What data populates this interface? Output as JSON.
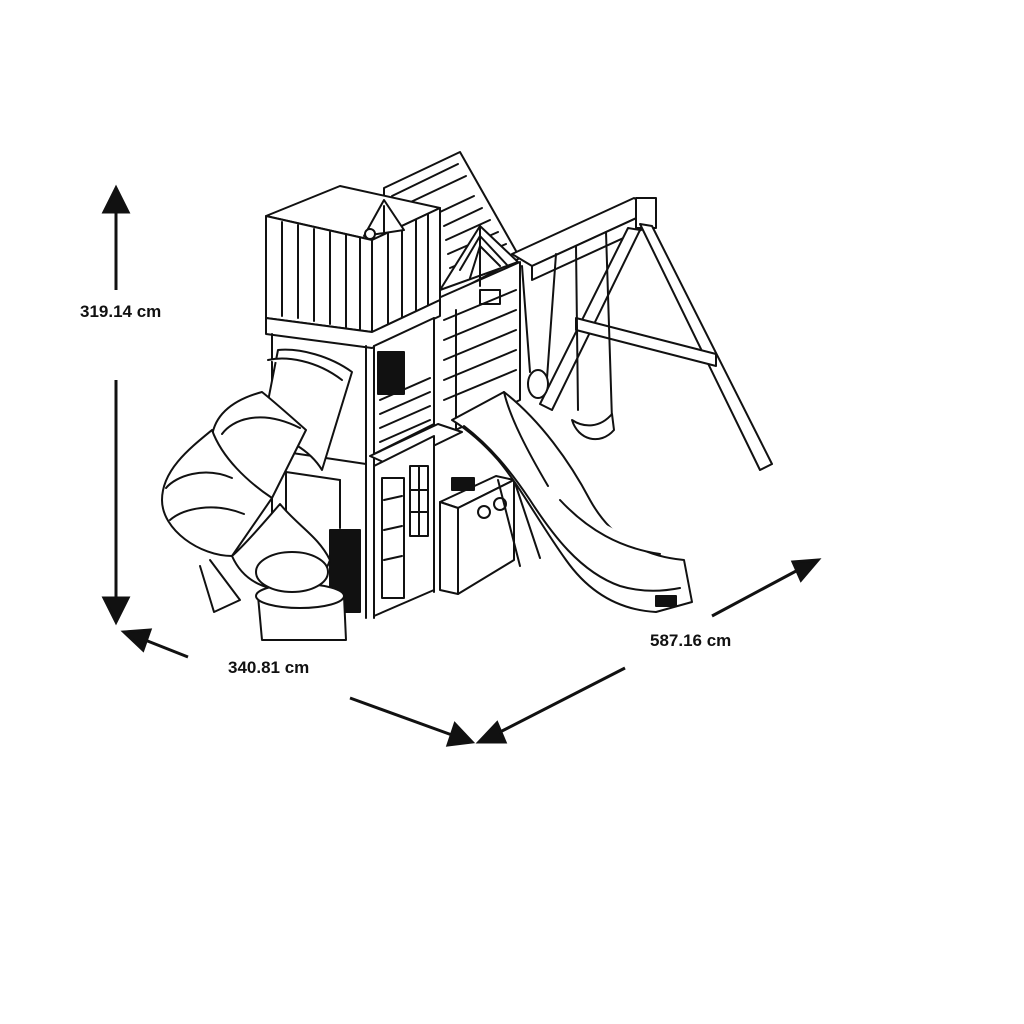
{
  "dimensions": {
    "height": "319.14 cm",
    "depth": "340.81 cm",
    "width": "587.16 cm"
  },
  "colors": {
    "line": "#111111",
    "background": "#ffffff"
  }
}
